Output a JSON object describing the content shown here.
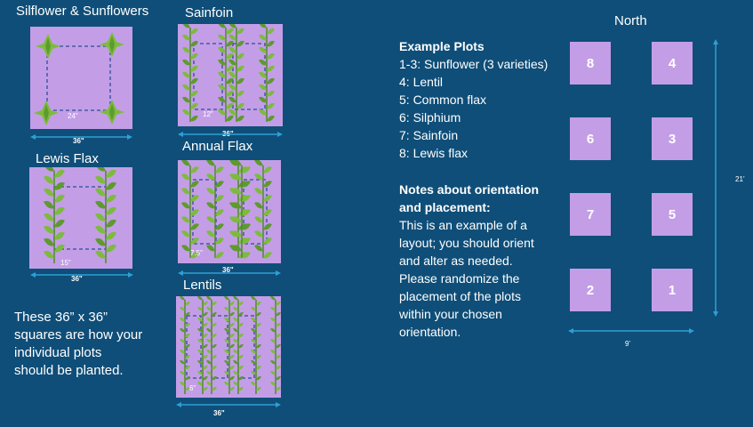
{
  "plots": {
    "silflower": {
      "title": "Silflower & Sunflowers",
      "spacing": "24\"",
      "width": "36\""
    },
    "sainfoin": {
      "title": "Sainfoin",
      "spacing": "12\"",
      "width": "36\""
    },
    "lewis_flax": {
      "title": "Lewis Flax",
      "spacing": "15\"",
      "width": "36\""
    },
    "annual_flax": {
      "title": "Annual Flax",
      "spacing": "7.5\"",
      "width": "36\""
    },
    "lentils": {
      "title": "Lentils",
      "spacing": "6\"",
      "width": "36\""
    }
  },
  "caption": [
    "These 36” x 36”",
    "squares are how your",
    "individual plots",
    "should be planted."
  ],
  "legend": {
    "title": "Example Plots",
    "items": [
      "1-3: Sunflower (3 varieties)",
      "4: Lentil",
      "5: Common flax",
      "6: Silphium",
      "7: Sainfoin",
      "8: Lewis flax"
    ]
  },
  "notes": {
    "title_line1": "Notes about orientation",
    "title_line2": "and placement:",
    "lines": [
      "This is an example of a",
      "layout; you should orient",
      "and alter as needed.",
      "Please randomize the",
      "placement of the plots",
      "within your chosen",
      "orientation."
    ]
  },
  "layout_diagram": {
    "north_label": "North",
    "height_label": "21’",
    "width_label": "9’",
    "boxes": [
      "8",
      "4",
      "6",
      "3",
      "7",
      "5",
      "2",
      "1"
    ]
  },
  "colors": {
    "background": "#0f4e78",
    "plot_fill": "#c39ee6",
    "leaf": "#7dbb3c",
    "arrow": "#2e9fd6"
  }
}
